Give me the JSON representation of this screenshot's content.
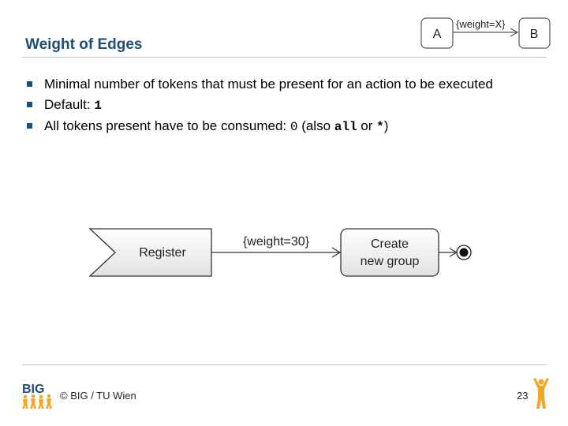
{
  "slide": {
    "title": "Weight of Edges",
    "bullets": [
      {
        "text": "Minimal number of tokens that must be present for an action to be executed"
      },
      {
        "text": "Default: ",
        "code": "1"
      },
      {
        "text": "All tokens present have to be consumed: ",
        "code_plain": "0",
        "text_mid": " (also ",
        "code_all": "all",
        "text_or": " or ",
        "code_star": "*",
        "text_end": ")"
      }
    ]
  },
  "mini_diagram": {
    "node_a": "A",
    "node_b": "B",
    "edge_label": "{weight=X}"
  },
  "main_diagram": {
    "signal_label": "Register",
    "edge_label": "{weight=30}",
    "action_line1": "Create",
    "action_line2": "new group"
  },
  "footer": {
    "copyright": "© BIG / TU Wien",
    "page_number": "23",
    "logo_text": "BIG"
  },
  "colors": {
    "title": "#1f4e79",
    "rules": "#b9c4cf",
    "diagram_fill": "#ebebeb",
    "logo_orange": "#f5a623",
    "logo_blue": "#1f4e79"
  }
}
